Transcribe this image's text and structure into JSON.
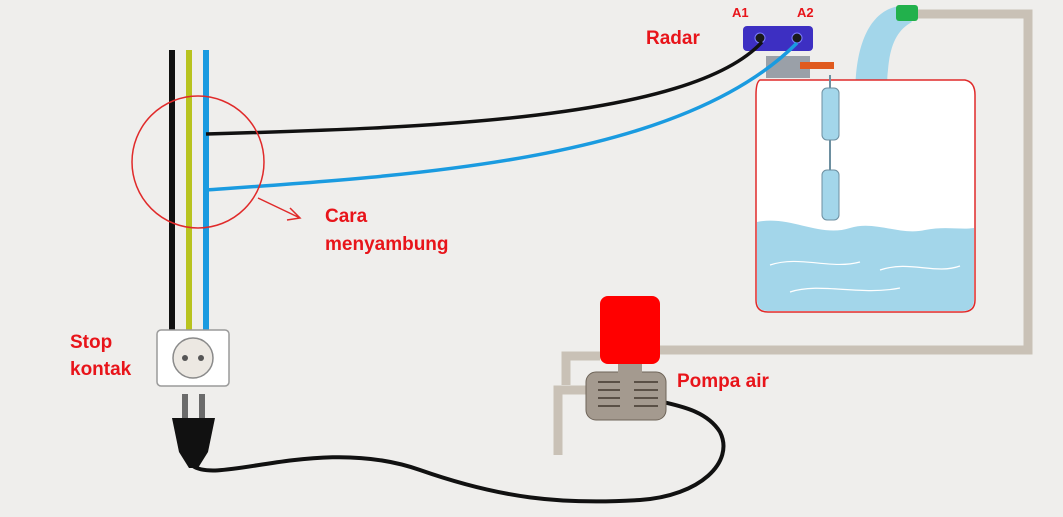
{
  "labels": {
    "radar": "Radar",
    "a1": "A1",
    "a2": "A2",
    "cara_line1": "Cara",
    "cara_line2": "menyambung",
    "stop_line1": "Stop",
    "stop_line2": "kontak",
    "pompa": "Pompa air"
  },
  "colors": {
    "label_red": "#e8141a",
    "wire_black": "#111111",
    "wire_blue": "#1a9be0",
    "wire_green_yellow": "#b8c31e",
    "pipe_tan": "#c9c1b6",
    "sensor_purple": "#3d2fc2",
    "pump_red": "#ff0000",
    "tank_outline": "#e02a2a",
    "water_blue": "#a3d6ea",
    "nozzle_green": "#22b14c"
  }
}
